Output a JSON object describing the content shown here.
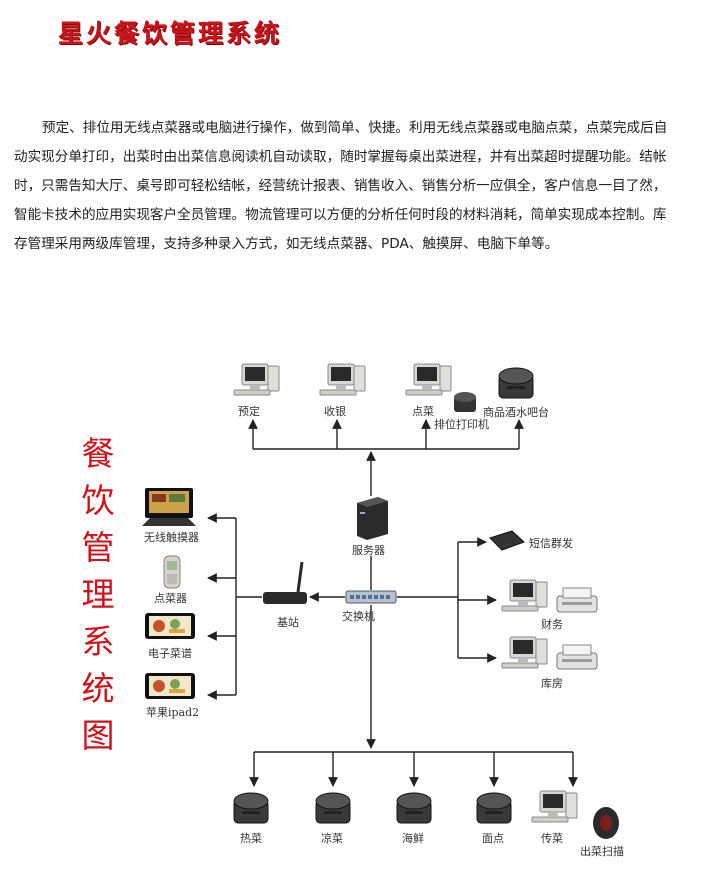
{
  "header": {
    "title": "星火餐饮管理系统"
  },
  "intro_text": "预定、排位用无线点菜器或电脑进行操作，做到简单、快捷。利用无线点菜器或电脑点菜，点菜完成后自动实现分单打印，出菜时由出菜信息阅读机自动读取，随时掌握每桌出菜进程，并有出菜超时提醒功能。结帐时，只需告知大厅、桌号即可轻松结帐，经营统计报表、销售收入、销售分析一应俱全，客户信息一目了然，智能卡技术的应用实现客户全员管理。物流管理可以方便的分析任何时段的材料消耗，简单实现成本控制。库存管理采用两级库管理，支持多种录入方式，如无线点菜器、PDA、触摸屏、电脑下单等。",
  "side_title": [
    "餐",
    "饮",
    "管",
    "理",
    "系",
    "统",
    "图"
  ],
  "diagram": {
    "top": {
      "reserve": "预定",
      "cashier": "收银",
      "order": "点菜",
      "queue_printer": "排位打印机",
      "bar": "商品酒水吧台"
    },
    "server": "服务器",
    "switch": "交换机",
    "base_station": "基站",
    "left": {
      "touch": "无线触摸器",
      "handheld": "点菜器",
      "menu": "电子菜谱",
      "ipad": "苹果ipad2"
    },
    "right": {
      "sms": "短信群发",
      "finance": "财务",
      "warehouse": "库房"
    },
    "bottom": {
      "hot": "热菜",
      "cold": "凉菜",
      "seafood": "海鲜",
      "pastry": "面点",
      "serve": "传菜",
      "scanner": "出菜扫描"
    }
  }
}
